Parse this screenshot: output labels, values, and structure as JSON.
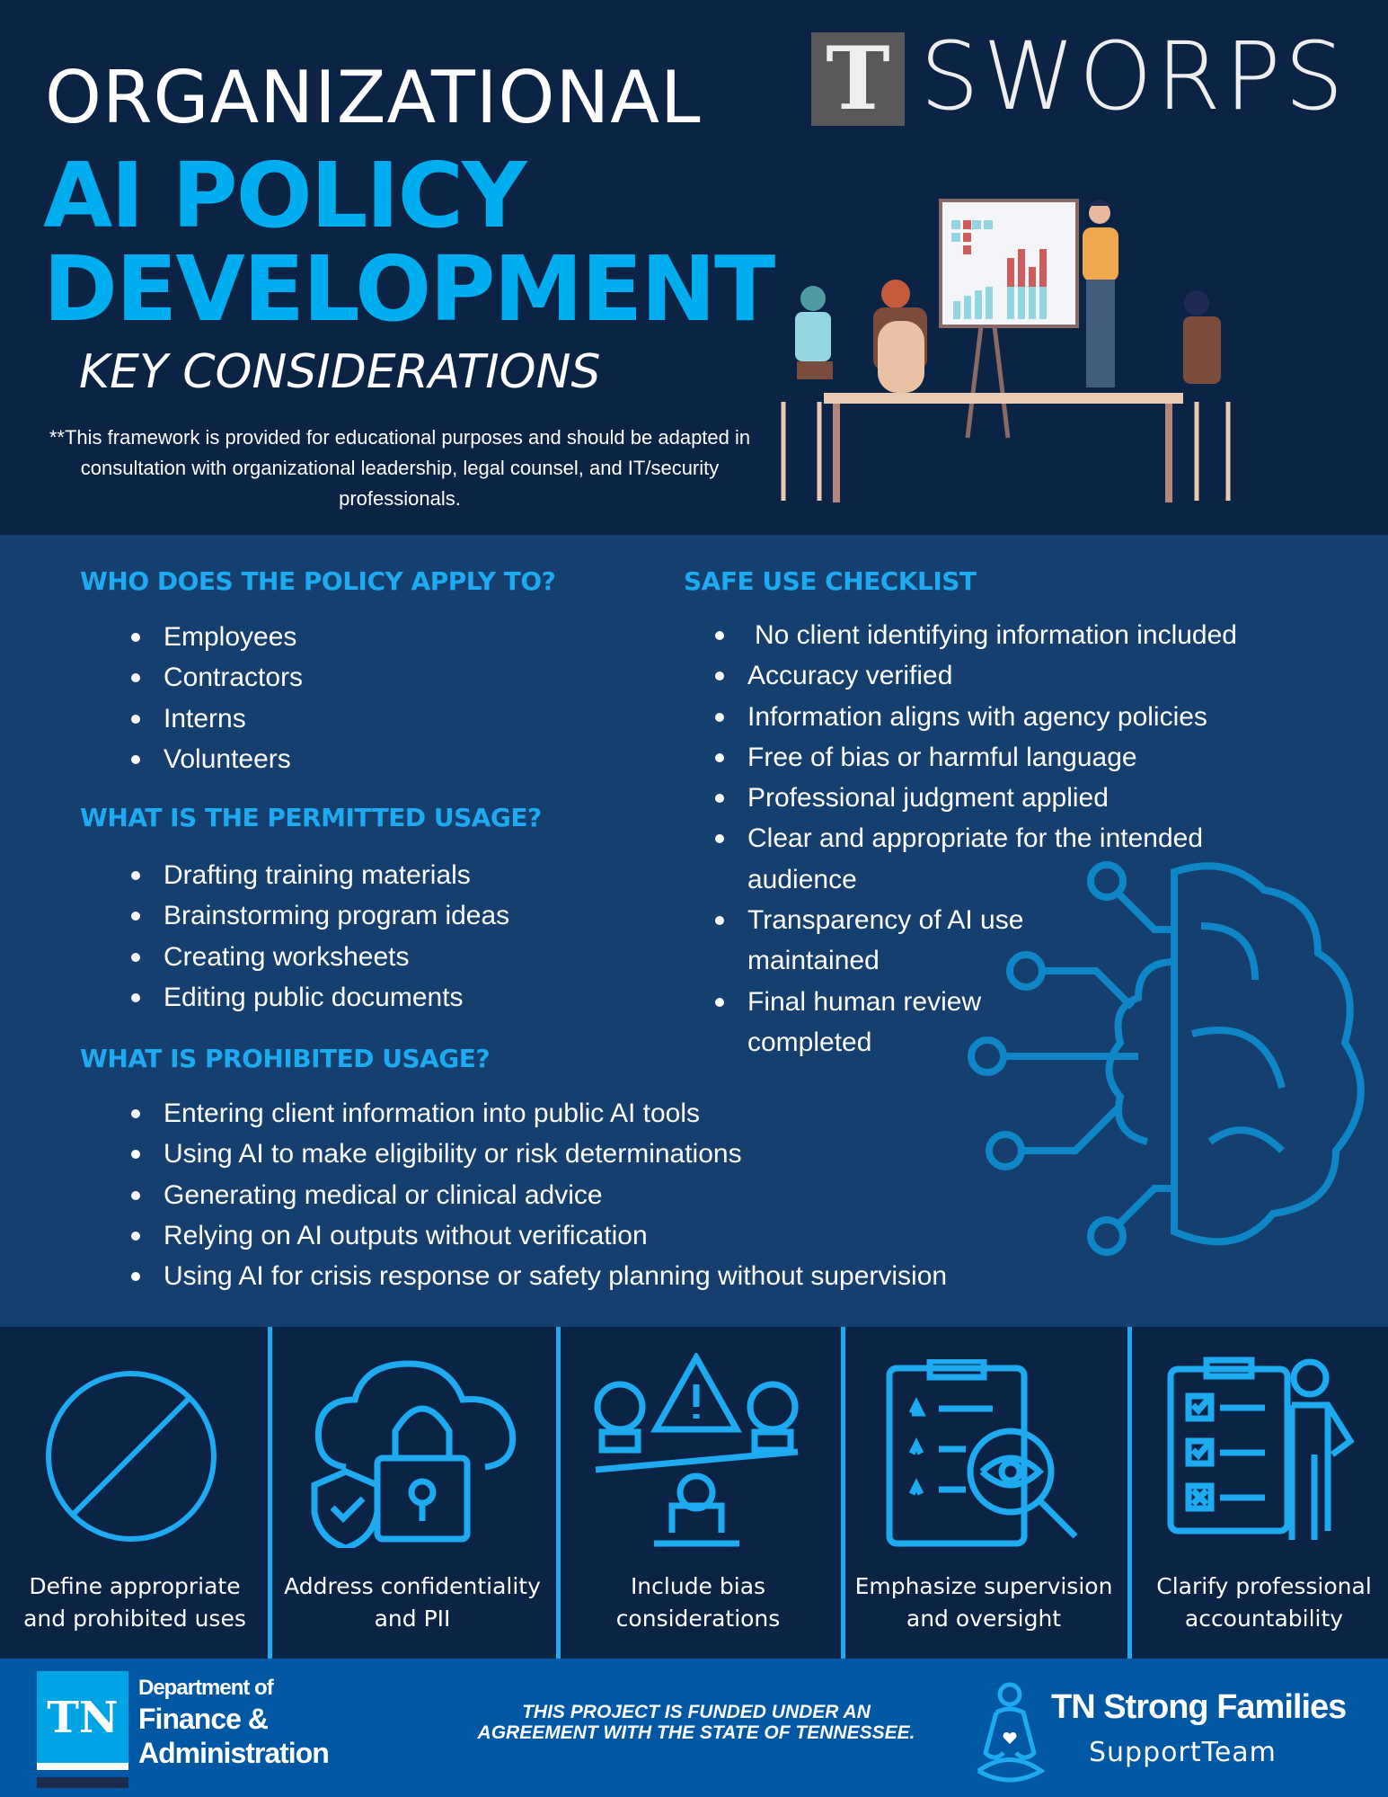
{
  "header": {
    "line1": "ORGANIZATIONAL",
    "line2": "AI POLICY",
    "line3": "DEVELOPMENT",
    "subtitle": "KEY CONSIDERATIONS",
    "disclaimer": "**This framework is provided for educational purposes and should be adapted in consultation with organizational leadership, legal counsel, and IT/security professionals."
  },
  "logo": {
    "mark": "T",
    "name": "SWORPS"
  },
  "who": {
    "heading": "WHO DOES THE POLICY APPLY TO?",
    "items": [
      "Employees",
      "Contractors",
      "Interns",
      "Volunteers"
    ]
  },
  "permitted": {
    "heading": "WHAT IS THE PERMITTED USAGE?",
    "items": [
      "Drafting training materials",
      "Brainstorming program ideas",
      "Creating worksheets",
      "Editing public documents"
    ]
  },
  "prohibited": {
    "heading": "WHAT IS PROHIBITED USAGE?",
    "items": [
      "Entering client information into public AI tools",
      "Using AI to make eligibility or risk determinations",
      "Generating medical or clinical advice",
      "Relying on AI outputs without verification",
      "Using AI for crisis response or safety planning without supervision"
    ]
  },
  "checklist": {
    "heading": "SAFE USE CHECKLIST",
    "items": [
      "No client identifying information included",
      "Accuracy verified",
      "Information aligns with agency policies",
      "Free of bias or harmful language",
      "Professional judgment applied",
      "Clear and appropriate for the intended audience",
      "Transparency of AI use maintained",
      "Final human review completed"
    ]
  },
  "icons": [
    {
      "icon": "prohibited-icon",
      "label": "Define appropriate and prohibited uses"
    },
    {
      "icon": "cloud-lock-icon",
      "label": "Address confidentiality and PII"
    },
    {
      "icon": "scale-warning-icon",
      "label": "Include bias considerations"
    },
    {
      "icon": "clipboard-eye-icon",
      "label": "Emphasize supervision and oversight"
    },
    {
      "icon": "checklist-person-icon",
      "label": "Clarify professional accountability"
    }
  ],
  "footer": {
    "tn": "TN",
    "dept": [
      "Department of",
      "Finance &",
      "Administration"
    ],
    "funding": [
      "THIS PROJECT IS FUNDED UNDER AN",
      "AGREEMENT WITH THE STATE OF TENNESSEE."
    ],
    "partner_line1": "TN Strong Families",
    "partner_line2": "SupportTeam"
  },
  "colors": {
    "navy": "#0b2345",
    "mid": "#153f6f",
    "accent": "#00aeef",
    "footer": "#0057a3"
  }
}
